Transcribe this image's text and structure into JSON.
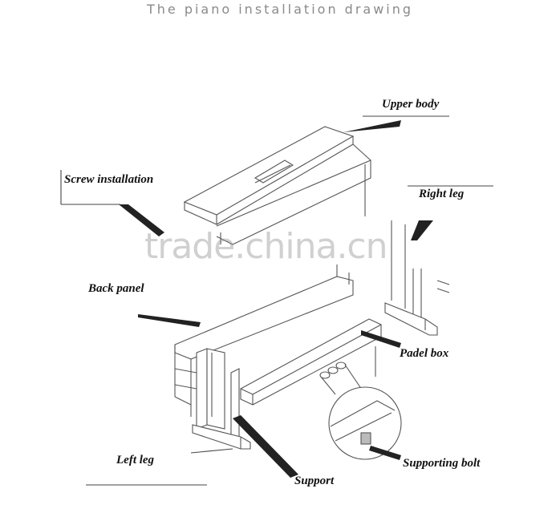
{
  "title": "The piano installation drawing",
  "watermark": "trade.china.cn",
  "labels": {
    "upper_body": "Upper body",
    "screw_installation": "Screw installation",
    "right_leg": "Right leg",
    "back_panel": "Back panel",
    "padel_box": "Padel box",
    "left_leg": "Left leg",
    "support": "Support",
    "supporting_bolt": "Supporting  bolt"
  }
}
